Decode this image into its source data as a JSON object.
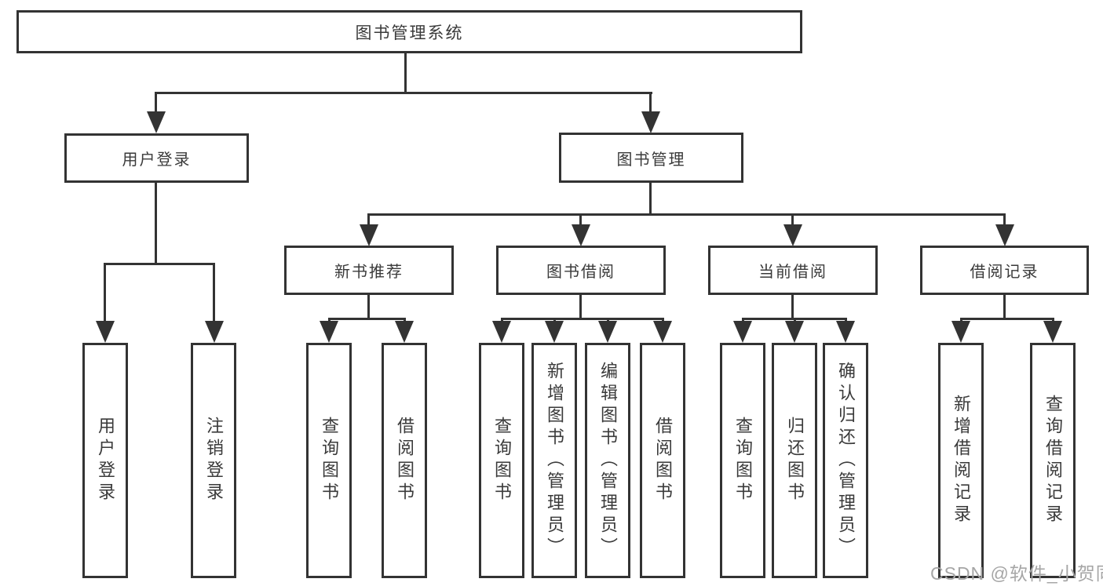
{
  "diagram": {
    "root": {
      "label": "图书管理系统"
    },
    "branches": [
      {
        "label": "用户登录",
        "children": [
          {
            "label": "用户登录"
          },
          {
            "label": "注销登录"
          }
        ]
      },
      {
        "label": "图书管理",
        "children": [
          {
            "label": "新书推荐",
            "children": [
              {
                "label": "查询图书"
              },
              {
                "label": "借阅图书"
              }
            ]
          },
          {
            "label": "图书借阅",
            "children": [
              {
                "label": "查询图书"
              },
              {
                "label": "新增图书（管理员）"
              },
              {
                "label": "编辑图书（管理员）"
              },
              {
                "label": "借阅图书"
              }
            ]
          },
          {
            "label": "当前借阅",
            "children": [
              {
                "label": "查询图书"
              },
              {
                "label": "归还图书"
              },
              {
                "label": "确认归还（管理员）"
              }
            ]
          },
          {
            "label": "借阅记录",
            "children": [
              {
                "label": "新增借阅记录"
              },
              {
                "label": "查询借阅记录"
              }
            ]
          }
        ]
      }
    ]
  },
  "watermark": {
    "text": "CSDN @软件_小贺同学"
  },
  "colors": {
    "line": "#333333",
    "text": "#3a3a3a",
    "watermark": "#a6a6a6",
    "background": "#ffffff"
  }
}
